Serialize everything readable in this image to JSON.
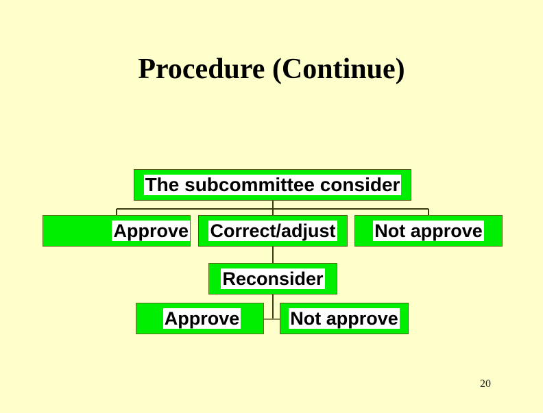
{
  "slide": {
    "title": "Procedure (Continue)",
    "page_number": "20",
    "background_color": "#FFFFCC",
    "accent_color": "#00EE00",
    "border_color": "#4F5A16",
    "text_color": "#000000"
  },
  "diagram": {
    "type": "flowchart",
    "nodes": [
      {
        "id": "subcommittee",
        "label": "The subcommittee consider",
        "level": 0,
        "fill": "#FFFFFF",
        "band": "#00EE00"
      },
      {
        "id": "approve-1",
        "label": "Approve",
        "level": 1,
        "fill": "#00EE00",
        "band": "#00EE00"
      },
      {
        "id": "correct",
        "label": "Correct/adjust",
        "level": 1,
        "fill": "#FFFFFF",
        "band": "#00EE00"
      },
      {
        "id": "notapprove-1",
        "label": "Not approve",
        "level": 1,
        "fill": "#00EE00",
        "band": "#00EE00"
      },
      {
        "id": "reconsider",
        "label": "Reconsider",
        "level": 2,
        "fill": "#00EE00",
        "band": "#00EE00"
      },
      {
        "id": "approve-2",
        "label": "Approve",
        "level": 3,
        "fill": "#00EE00",
        "band": "#00EE00"
      },
      {
        "id": "notapprove-2",
        "label": "Not approve",
        "level": 3,
        "fill": "#FFFFFF",
        "band": "#00EE00"
      }
    ],
    "edges": [
      {
        "from": "subcommittee",
        "to": "approve-1"
      },
      {
        "from": "subcommittee",
        "to": "correct"
      },
      {
        "from": "subcommittee",
        "to": "notapprove-1"
      },
      {
        "from": "correct",
        "to": "reconsider"
      },
      {
        "from": "reconsider",
        "to": "approve-2"
      },
      {
        "from": "reconsider",
        "to": "notapprove-2"
      }
    ]
  }
}
